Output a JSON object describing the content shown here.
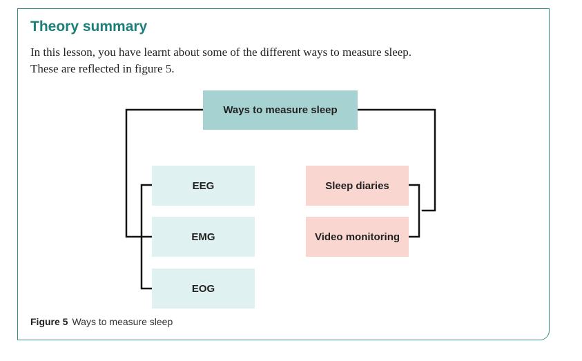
{
  "header": {
    "title": "Theory summary"
  },
  "intro": {
    "line1": "In this lesson, you have learnt about some of the different ways to measure sleep.",
    "line2": "These are reflected in figure 5."
  },
  "diagram": {
    "root": "Ways to measure sleep",
    "left_items": [
      "EEG",
      "EMG",
      "EOG"
    ],
    "right_items": [
      "Sleep diaries",
      "Video monitoring"
    ]
  },
  "caption": {
    "label": "Figure 5",
    "text": "Ways to measure sleep"
  },
  "colors": {
    "frame_border": "#2f8f88",
    "title": "#1c7f79",
    "root_box": "#a6d3d2",
    "left_boxes": "#dff1f0",
    "right_boxes": "#f9d6cf",
    "connector": "#111111"
  }
}
